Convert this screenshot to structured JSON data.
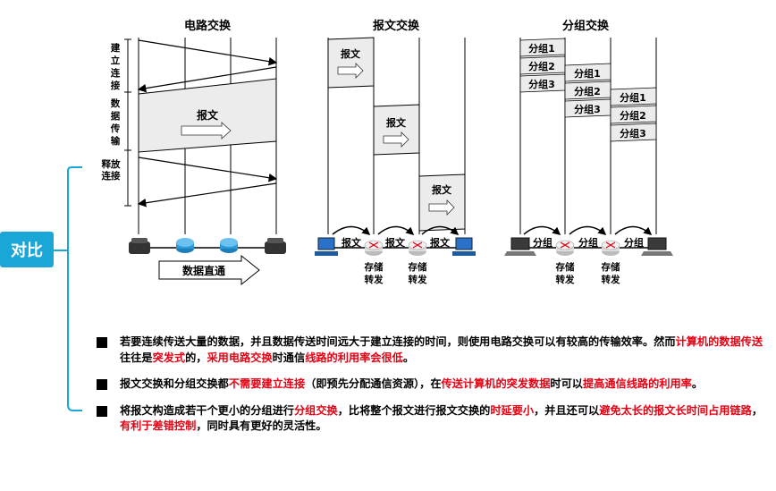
{
  "circuit": {
    "title": "电路交换",
    "phase_setup": [
      "建",
      "立",
      "连",
      "接"
    ],
    "phase_transfer": [
      "数",
      "据",
      "传",
      "输"
    ],
    "phase_release": [
      "释放",
      "连接"
    ],
    "message": "报文",
    "direct_label": "数据直通"
  },
  "message_switching": {
    "title": "报文交换",
    "message": "报文",
    "link_labels": [
      "报文",
      "报文",
      "报文"
    ],
    "node_label": [
      "存储",
      "转发"
    ]
  },
  "packet_switching": {
    "title": "分组交换",
    "packets": [
      "分组1",
      "分组2",
      "分组3"
    ],
    "link_labels": [
      "分组",
      "分组",
      "分组"
    ],
    "node_label": [
      "存储",
      "转发"
    ]
  },
  "compare_label": "对比",
  "bullets": [
    {
      "segments": [
        {
          "text": "若要连续传送大量的数据，并且数据传送时间远大于建立连接的时间，则使用电路交换可以有较高的传输效率。然而",
          "red": false
        },
        {
          "text": "计算机的数据传送",
          "red": true
        },
        {
          "text": "往往是",
          "red": false
        },
        {
          "text": "突发式",
          "red": true
        },
        {
          "text": "的，",
          "red": false
        },
        {
          "text": "采用电路交换",
          "red": true
        },
        {
          "text": "时通信",
          "red": false
        },
        {
          "text": "线路的利用率会很低",
          "red": true
        },
        {
          "text": "。",
          "red": false
        }
      ]
    },
    {
      "segments": [
        {
          "text": "报文交换和分组交换都",
          "red": false
        },
        {
          "text": "不需要建立连接",
          "red": true
        },
        {
          "text": "（即预先分配通信资源），在",
          "red": false
        },
        {
          "text": "传送计算机的突发数据",
          "red": true
        },
        {
          "text": "时可以",
          "red": false
        },
        {
          "text": "提高通信线路的利用率",
          "red": true
        },
        {
          "text": "。",
          "red": false
        }
      ]
    },
    {
      "segments": [
        {
          "text": "将报文构造成若干个更小的分组进行",
          "red": false
        },
        {
          "text": "分组交换",
          "red": true
        },
        {
          "text": "，比将整个报文进行报文交换的",
          "red": false
        },
        {
          "text": "时延要小",
          "red": true
        },
        {
          "text": "，并且还可以",
          "red": false
        },
        {
          "text": "避免太长的报文长时间占用链路",
          "red": true
        },
        {
          "text": "，",
          "red": false
        },
        {
          "text": "有利于差错控制",
          "red": true
        },
        {
          "text": "，同时具有更好的灵活性。",
          "red": false
        }
      ]
    }
  ],
  "colors": {
    "accent": "#1aa7d8",
    "highlight": "#e60012",
    "shade": "#ececec"
  }
}
